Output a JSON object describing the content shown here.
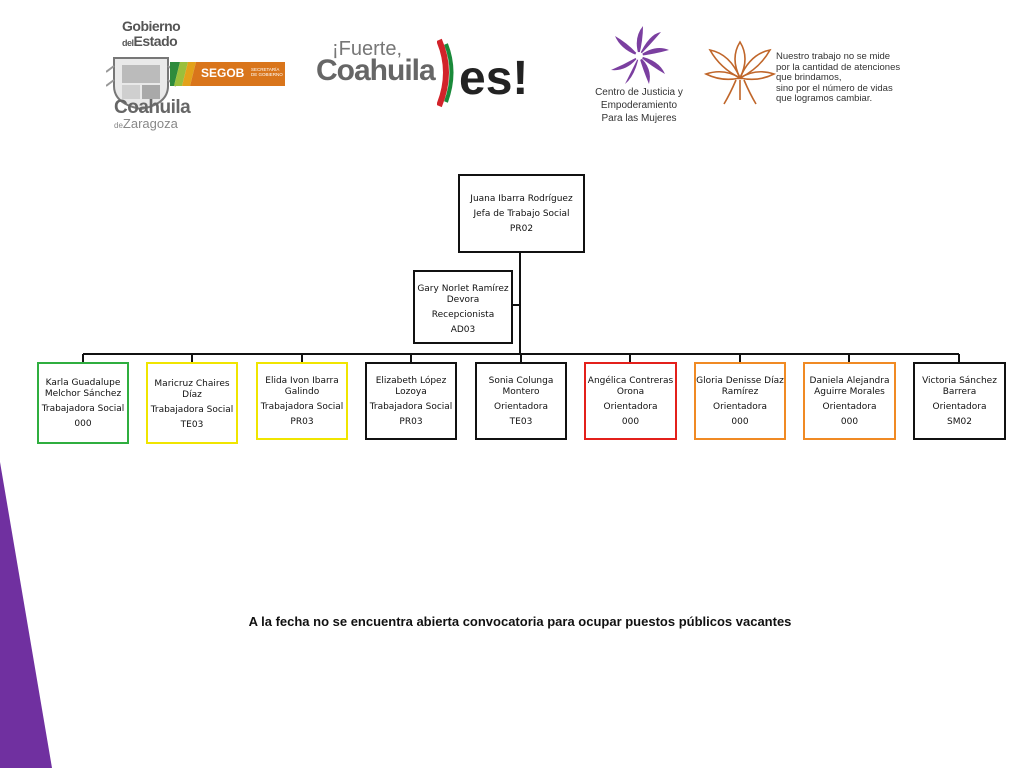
{
  "header": {
    "gobierno_logo": {
      "line1": "Gobierno",
      "line2_small": "del",
      "line2": "Estado",
      "segob": "SEGOB",
      "segob_sub": "SECRETARÍA DE GOBIERNO",
      "line3": "Coahuila",
      "line4_small": "de",
      "line4": "Zaragoza"
    },
    "fuerte_logo": {
      "line1": "¡Fuerte,",
      "line2": "Coahuila",
      "es": "es!",
      "colors": [
        "#d2232a",
        "#1a8a3a",
        "#222222"
      ]
    },
    "centro_logo": {
      "line1": "Centro de Justicia y",
      "line2": "Empoderamiento",
      "line3": "Para las Mujeres",
      "flower_color": "#7b3fa0"
    },
    "motto": {
      "line1": "Nuestro trabajo no se mide",
      "line2": "por la cantidad de atenciones",
      "line3": "que brindamos,",
      "line4": "sino por el número de vidas",
      "line5": "que logramos cambiar.",
      "lotus_color": "#c0662a"
    }
  },
  "orgchart": {
    "head": {
      "name": "Juana Ibarra Rodríguez",
      "role": "Jefa de Trabajo Social",
      "code": "PR02",
      "border": "#111111"
    },
    "assistant": {
      "name": "Gary Norlet Ramírez Devora",
      "role": "Recepcionista",
      "code": "AD03",
      "border": "#111111"
    },
    "staff": [
      {
        "name": "Karla Guadalupe Melchor Sánchez",
        "role": "Trabajadora Social",
        "code": "000",
        "border": "#2fae3f"
      },
      {
        "name": "Maricruz Chaires Díaz",
        "role": "Trabajadora Social",
        "code": "TE03",
        "border": "#f0e500"
      },
      {
        "name": "Elida Ivon Ibarra Galindo",
        "role": "Trabajadora Social",
        "code": "PR03",
        "border": "#f0e500"
      },
      {
        "name": "Elizabeth López Lozoya",
        "role": "Trabajadora Social",
        "code": "PR03",
        "border": "#111111"
      },
      {
        "name": "Sonia Colunga Montero",
        "role": "Orientadora",
        "code": "TE03",
        "border": "#111111"
      },
      {
        "name": "Angélica Contreras Orona",
        "role": "Orientadora",
        "code": "000",
        "border": "#e3201b"
      },
      {
        "name": "Gloria Denisse Díaz Ramírez",
        "role": "Orientadora",
        "code": "000",
        "border": "#f08a24"
      },
      {
        "name": "Daniela Alejandra Aguirre Morales",
        "role": "Orientadora",
        "code": "000",
        "border": "#f08a24"
      },
      {
        "name": "Victoria Sánchez Barrera",
        "role": "Orientadora",
        "code": "SM02",
        "border": "#111111"
      }
    ]
  },
  "notice": "A la fecha no se encuentra abierta convocatoria para ocupar puestos públicos vacantes",
  "accent_color": "#7030a0"
}
